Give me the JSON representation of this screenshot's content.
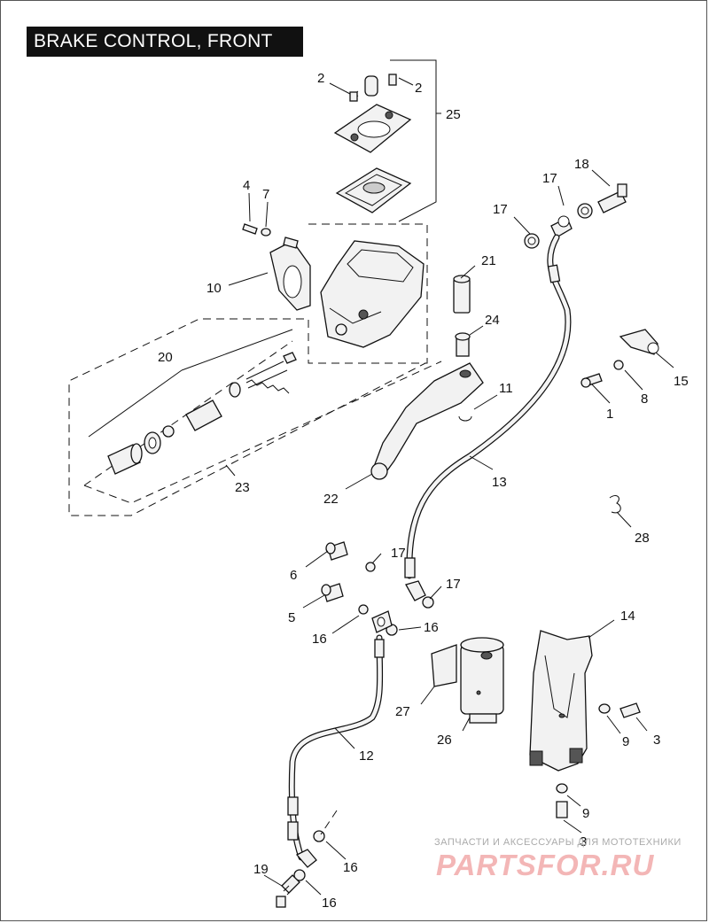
{
  "title": "BRAKE CONTROL, FRONT",
  "labels": {
    "l1": "1",
    "l2a": "2",
    "l2b": "2",
    "l3a": "3",
    "l3b": "3",
    "l4": "4",
    "l5": "5",
    "l6": "6",
    "l7": "7",
    "l8": "8",
    "l9a": "9",
    "l9b": "9",
    "l10": "10",
    "l11": "11",
    "l12": "12",
    "l13": "13",
    "l14": "14",
    "l15": "15",
    "l16a": "16",
    "l16b": "16",
    "l16c": "16",
    "l16d": "16",
    "l17a": "17",
    "l17b": "17",
    "l17c": "17",
    "l17d": "17",
    "l18": "18",
    "l19": "19",
    "l20": "20",
    "l21": "21",
    "l22": "22",
    "l23": "23",
    "l24": "24",
    "l25": "25",
    "l26": "26",
    "l27": "27",
    "l28": "28"
  },
  "watermark": {
    "top_text": "ЗАПЧАСТИ И АКСЕССУАРЫ ДЛЯ МОТОТЕХНИКИ",
    "logo_text": "PARTSFOR.RU"
  }
}
